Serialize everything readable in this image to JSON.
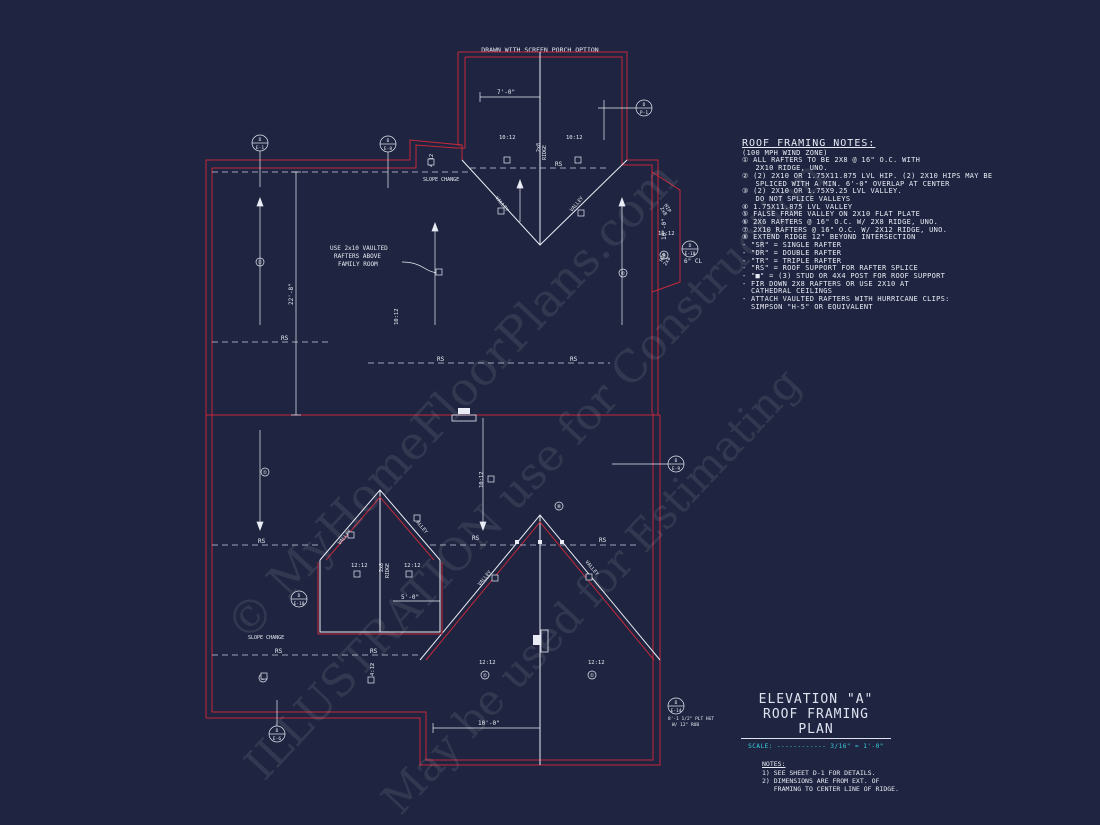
{
  "header": {
    "option_label": "DRAWN WITH SCREEN PORCH OPTION"
  },
  "roof_notes": {
    "title": "ROOF FRAMING NOTES:",
    "lines": [
      "(100 MPH WIND ZONE)",
      "① ALL RAFTERS TO BE 2x8 @ 16\" O.C. WITH",
      "   2x10 RIDGE, UNO.",
      "② (2) 2x10 OR 1.75x11.875 LVL HIP. (2) 2x10 HIPS MAY BE",
      "   SPLICED WITH A MIN. 6'-0\" OVERLAP AT CENTER",
      "③ (2) 2x10 OR 1.75x9.25 LVL VALLEY.",
      "   DO NOT SPLICE VALLEYS",
      "④ 1.75x11.875 LVL VALLEY",
      "⑤ FALSE FRAME VALLEY ON 2x10 FLAT PLATE",
      "⑥ 2x6 RAFTERS @ 16\" O.C. W/ 2x8 RIDGE, UNO.",
      "⑦ 2x10 RAFTERS @ 16\" O.C. W/ 2x12 RIDGE, UNO.",
      "⑧ EXTEND RIDGE 12\" BEYOND INTERSECTION",
      "- \"SR\" = SINGLE RAFTER",
      "- \"DR\" = DOUBLE RAFTER",
      "- \"TR\" = TRIPLE RAFTER",
      "- \"RS\" = ROOF SUPPORT FOR RAFTER SPLICE",
      "- \"■\" = (3) STUD OR 4x4 POST FOR ROOF SUPPORT",
      "- FIR DOWN 2x8 RAFTERS OR USE 2x10 AT",
      "  CATHEDRAL CEILINGS",
      "- ATTACH VAULTED RAFTERS WITH HURRICANE CLIPS:",
      "  SIMPSON \"H-5\" OR EQUIVALENT"
    ]
  },
  "title_block": {
    "line1": "ELEVATION \"A\"",
    "line2": "ROOF FRAMING PLAN",
    "scale": "SCALE: ------------ 3/16\" = 1'-0\""
  },
  "general_notes": {
    "heading": "NOTES:",
    "lines": [
      "1) SEE SHEET D-1 FOR DETAILS.",
      "2) DIMENSIONS ARE FROM EXT. OF",
      "   FRAMING TO CENTER LINE OF RIDGE."
    ]
  },
  "plan_labels": {
    "rs": "RS",
    "valley": "VALLEY",
    "ridge": "RIDGE",
    "ridge_2x8": "2x8",
    "hip": "HIP",
    "hip_2x8": "2x8",
    "slope_change": "SLOPE CHANGE",
    "vaulted_1": "USE 2x10 VAULTED",
    "vaulted_2": "RAFTERS ABOVE",
    "vaulted_3": "FAMILY ROOM",
    "pitch_10_12": "10:12",
    "pitch_12_12": "12:12",
    "pitch_4_12": "4:12",
    "note_1": "①",
    "note_6": "⑥",
    "note_8": "⑧",
    "dim_7_0": "7'-0\"",
    "dim_22_8": "22'-8\"",
    "dim_5_0": "5'-0\"",
    "dim_10_0": "10'-0\"",
    "dim_10_0_b": "10'-0\"",
    "dim_6_cl": "6\" CL",
    "plt_hgt_1": "8'-1 1/2\" PLT HGT",
    "plt_hgt_2": "W/ 12\" RUB",
    "sec_d": "D",
    "sec_p1": "P-1",
    "sec_e1": "E-1",
    "sec_e8": "E-8",
    "sec_e9": "E-9",
    "sec_e10": "E-10",
    "sec_e14": "E-14",
    "sec_e6": "E-6"
  },
  "watermark": {
    "line1": "© MyHomeFloorPlans.com",
    "line2": "ILLUSTRATION use for Construction",
    "line3": "May be used for Estimating"
  },
  "colors": {
    "background": "#1f2540",
    "wall": "#c4283b",
    "line": "#e9ecf5",
    "dash": "#c9cedd",
    "scale": "#39d0e0"
  }
}
